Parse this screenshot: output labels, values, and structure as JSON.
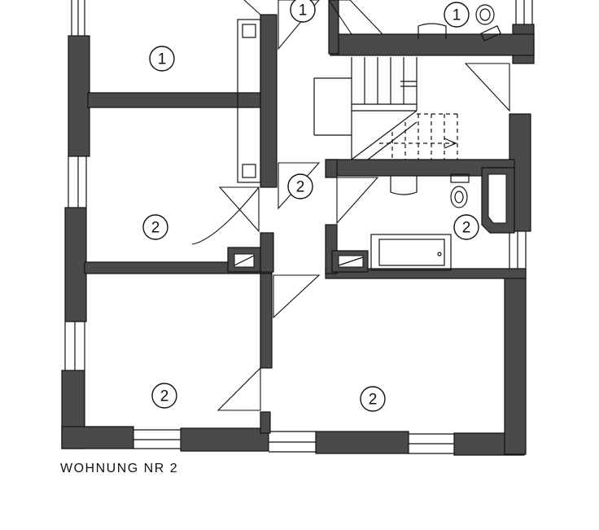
{
  "plan": {
    "caption": "WOHNUNG NR 2",
    "room_labels": [
      {
        "id": "room-top-left",
        "text": "1"
      },
      {
        "id": "room-top-corridor",
        "text": "1"
      },
      {
        "id": "room-top-bath",
        "text": "1"
      },
      {
        "id": "room-middle-left",
        "text": "2"
      },
      {
        "id": "room-hall",
        "text": "2"
      },
      {
        "id": "room-bathroom",
        "text": "2"
      },
      {
        "id": "room-bottom-left",
        "text": "2"
      },
      {
        "id": "room-bottom-right",
        "text": "2"
      }
    ]
  }
}
